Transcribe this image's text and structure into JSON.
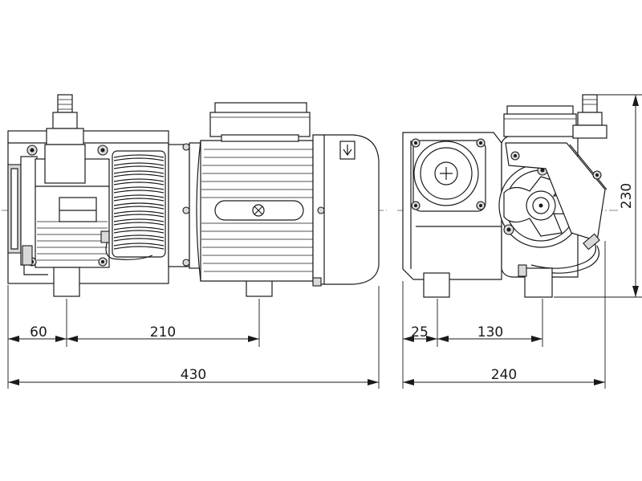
{
  "dimensions": {
    "side_inlet_offset": "60",
    "side_foot_spacing": "210",
    "side_total_length": "430",
    "end_foot_offset": "25",
    "end_foot_spacing": "130",
    "end_total_width": "240",
    "end_total_height": "230"
  }
}
